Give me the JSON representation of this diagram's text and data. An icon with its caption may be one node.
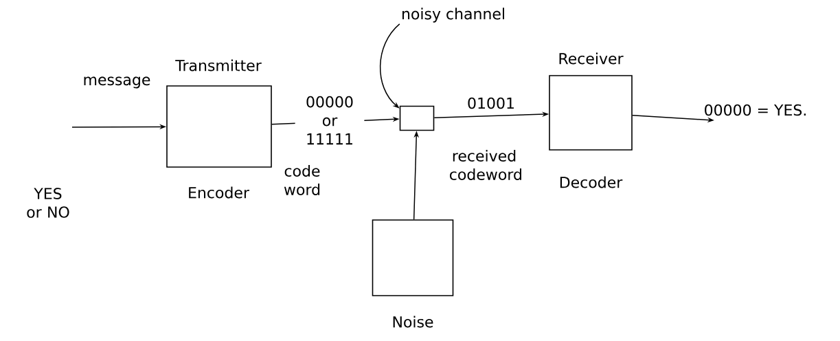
{
  "diagram": {
    "nodes": [
      {
        "text": [
          "Transmitter",
          "Encoder"
        ]
      },
      {
        "text": [
          "noisy channel"
        ]
      },
      {
        "text": [],
        "shape": "box"
      },
      {
        "text": [
          "Receiver",
          "Decoder"
        ]
      },
      {
        "text": [
          "Noise"
        ]
      }
    ],
    "edges": [
      {
        "from": null,
        "to": 0,
        "arrow": "to",
        "label": "message"
      },
      {
        "from": 0,
        "to": 2,
        "arrow": "to",
        "label": "00000 or 11111"
      },
      {
        "from": 1,
        "to": 2,
        "arrow": "to"
      },
      {
        "from": 2,
        "to": 3,
        "arrow": "to",
        "label": "01001"
      },
      {
        "from": 3,
        "to": null,
        "arrow": "to",
        "label": "00000 = YES."
      },
      {
        "from": 4,
        "to": 2,
        "arrow": "to"
      }
    ],
    "labels": [
      "YES or NO",
      "code word",
      "received codeword"
    ]
  }
}
